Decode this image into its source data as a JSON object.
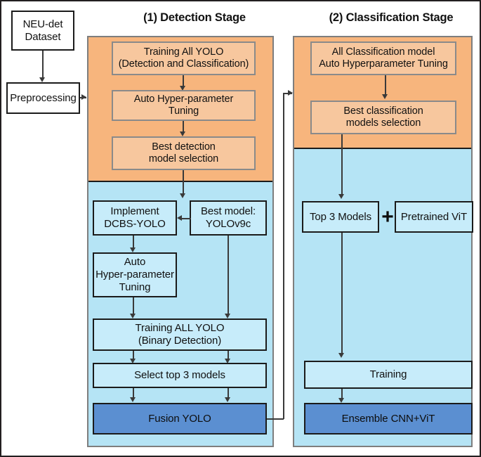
{
  "diagram": {
    "title_detection_stage": "(1) Detection Stage",
    "title_classification_stage": "(2) Classification Stage"
  },
  "colors": {
    "orange_band": "#f7b57d",
    "orange_box": "#f7c79e",
    "blue_band": "#b5e4f5",
    "blue_box": "#c7ecfa",
    "dark_blue_box": "#5b8fd1",
    "outline": "#1b1b1b",
    "stage_outline": "#7e7e7e",
    "connector": "#3a3a3a"
  },
  "input_chain": {
    "dataset": "NEU-det\nDataset",
    "preprocessing": "Preprocessing"
  },
  "detection_stage": {
    "orange_nodes": [
      "Training All YOLO\n(Detection and Classification)",
      "Auto Hyper-parameter\nTuning",
      "Best detection\nmodel selection"
    ],
    "blue_nodes": [
      "Implement\nDCBS-YOLO",
      "Best model:\nYOLOv9c",
      "Auto\nHyper-parameter\nTuning",
      "Training ALL YOLO\n(Binary Detection)",
      "Select top 3 models"
    ],
    "result_node": "Fusion YOLO"
  },
  "classification_stage": {
    "orange_nodes": [
      "All Classification model\nAuto Hyperparameter Tuning",
      "Best classification\nmodels selection"
    ],
    "blue_nodes": [
      "Top 3 Models",
      "Pretrained ViT",
      "Training"
    ],
    "combine_symbol": "+",
    "result_node": "Ensemble CNN+ViT"
  }
}
